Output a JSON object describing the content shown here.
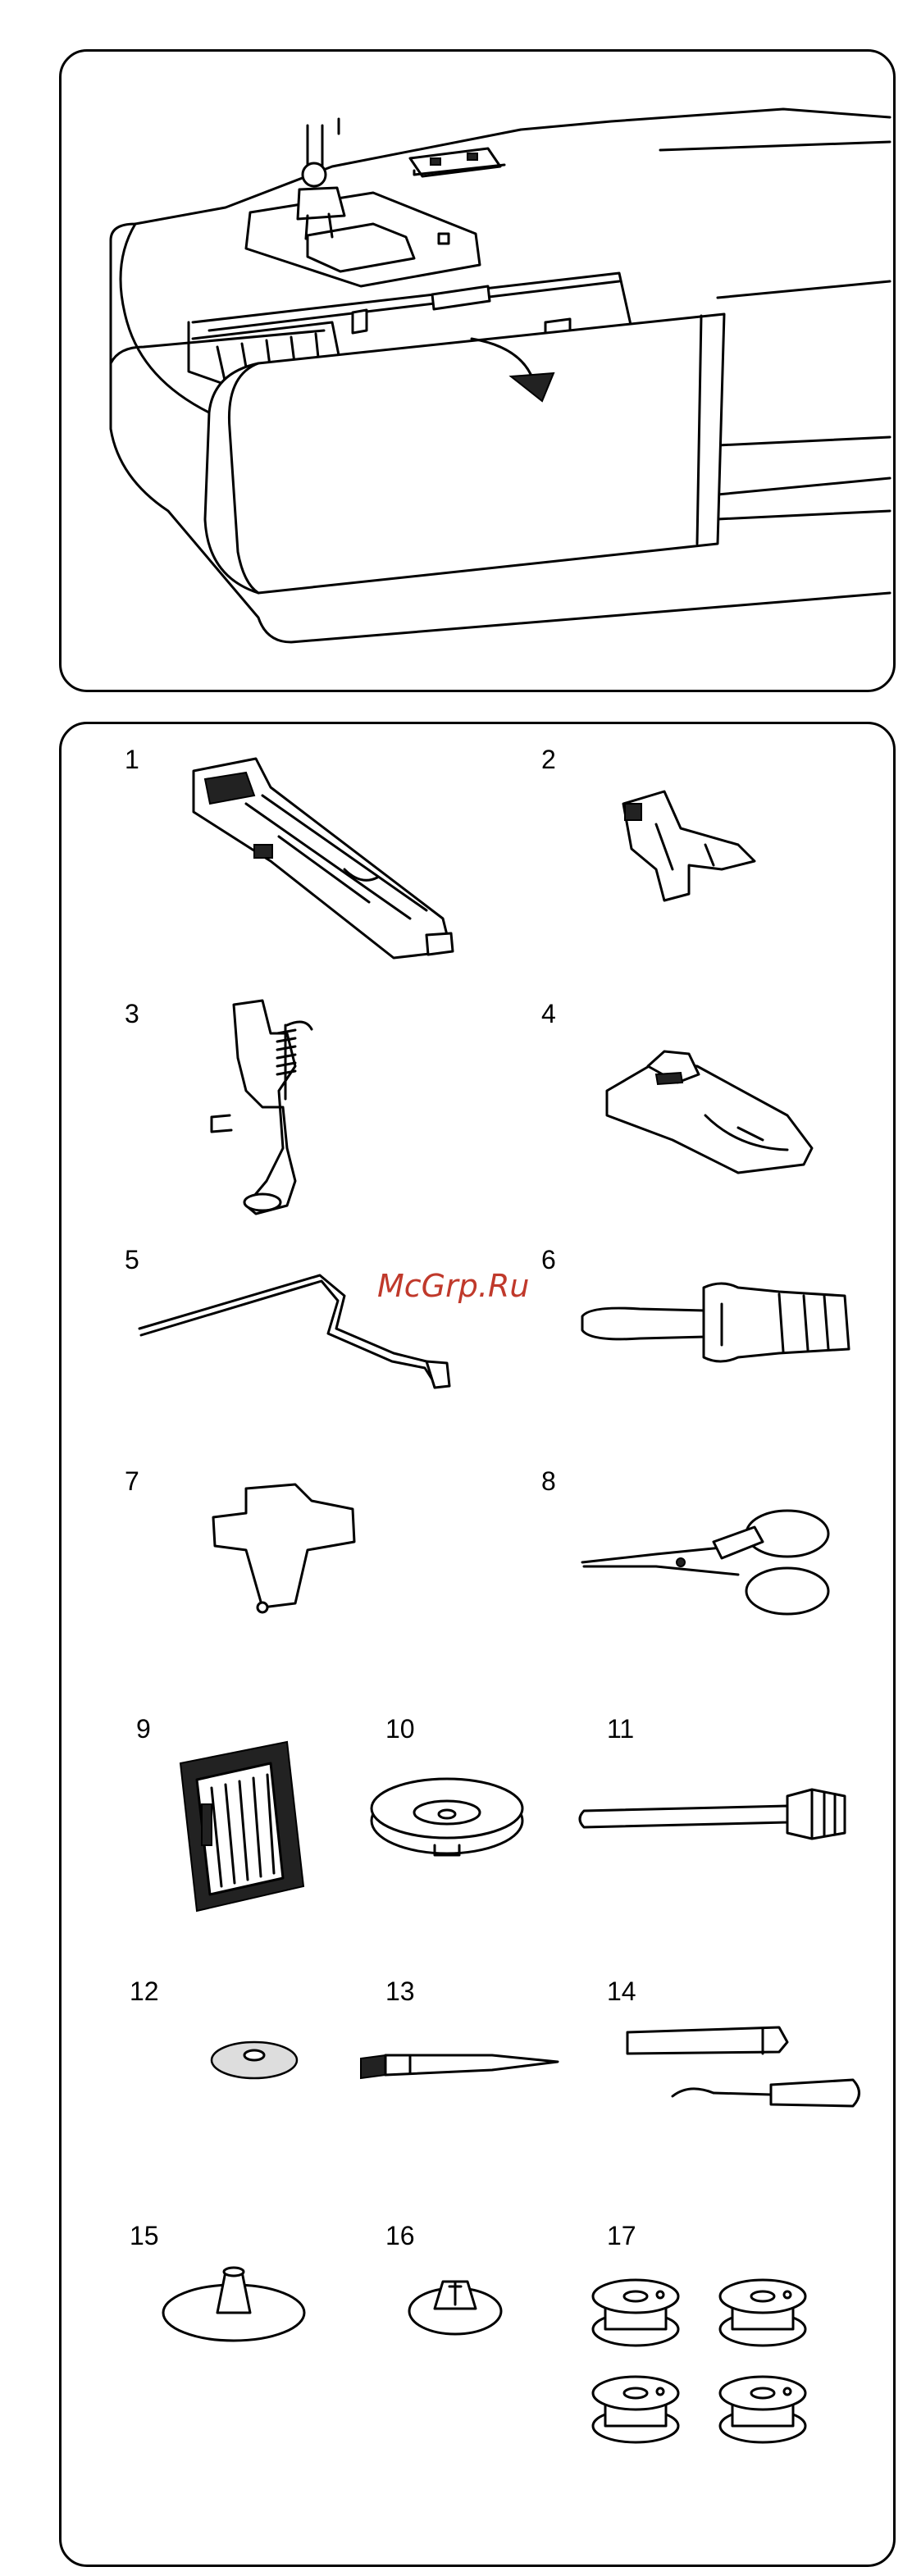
{
  "watermark": "McGrp.Ru",
  "items": [
    {
      "number": "1",
      "name": "buttonhole-foot"
    },
    {
      "number": "2",
      "name": "zipper-foot"
    },
    {
      "number": "3",
      "name": "darning-foot"
    },
    {
      "number": "4",
      "name": "rolled-hem-foot"
    },
    {
      "number": "5",
      "name": "quilting-guide"
    },
    {
      "number": "6",
      "name": "screwdriver"
    },
    {
      "number": "7",
      "name": "plate-screwdriver"
    },
    {
      "number": "8",
      "name": "scissors"
    },
    {
      "number": "9",
      "name": "needles"
    },
    {
      "number": "10",
      "name": "spool-holder-large"
    },
    {
      "number": "11",
      "name": "extra-spool-pin"
    },
    {
      "number": "12",
      "name": "felt-pad"
    },
    {
      "number": "13",
      "name": "lint-brush"
    },
    {
      "number": "14",
      "name": "seam-ripper"
    },
    {
      "number": "15",
      "name": "spool-holder"
    },
    {
      "number": "16",
      "name": "spool-holder-small"
    },
    {
      "number": "17",
      "name": "bobbins"
    }
  ]
}
